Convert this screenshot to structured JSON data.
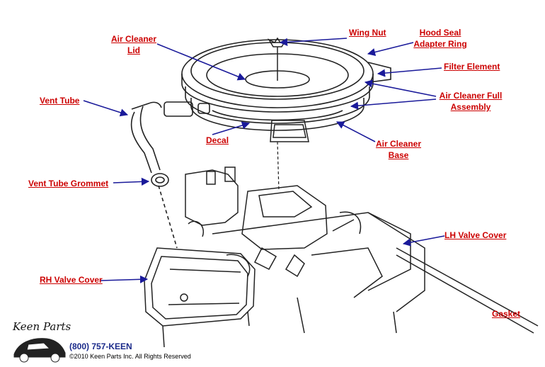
{
  "labels": {
    "air_cleaner_lid_1": "Air Cleaner",
    "air_cleaner_lid_2": "Lid",
    "wing_nut": "Wing Nut",
    "hood_seal_1": "Hood Seal",
    "hood_seal_2": "Adapter Ring",
    "filter_element": "Filter Element",
    "full_assembly_1": "Air Cleaner Full",
    "full_assembly_2": "Assembly",
    "vent_tube": "Vent Tube",
    "decal": "Decal",
    "air_cleaner_base_1": "Air Cleaner",
    "air_cleaner_base_2": "Base",
    "vent_tube_grommet": "Vent Tube Grommet",
    "lh_valve_cover": "LH Valve Cover",
    "rh_valve_cover": "RH Valve Cover",
    "gasket": "Gasket"
  },
  "footer": {
    "logo": "Keen Parts",
    "phone": "(800) 757-KEEN",
    "copyright": "©2010 Keen Parts Inc. All Rights Reserved"
  },
  "colors": {
    "label": "#cc0000",
    "arrow": "#1a1a9a",
    "line_art": "#222222"
  }
}
